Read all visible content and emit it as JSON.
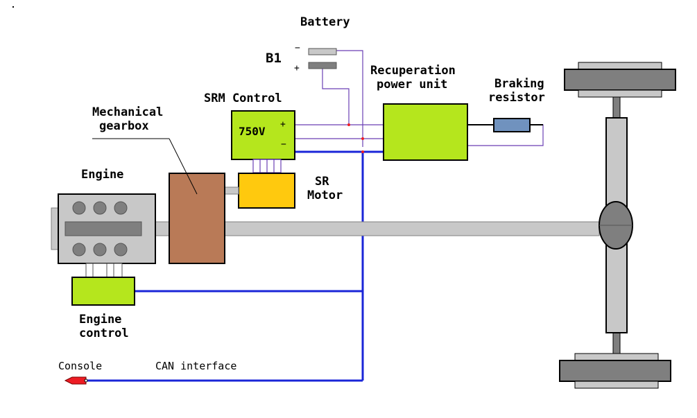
{
  "labels": {
    "battery": "Battery",
    "b1": "B1",
    "minus": "−",
    "plus": "+",
    "recuperation_line1": "Recuperation",
    "recuperation_line2": "power unit",
    "braking_line1": "Braking",
    "braking_line2": "resistor",
    "srm_control": "SRM Control",
    "voltage": "750V",
    "mech_gearbox_line1": "Mechanical",
    "mech_gearbox_line2": "gearbox",
    "engine": "Engine",
    "sr_motor_line1": "SR",
    "sr_motor_line2": "Motor",
    "engine_control_line1": "Engine",
    "engine_control_line2": "control",
    "console": "Console",
    "can_interface": "CAN interface"
  },
  "colors": {
    "module_green": "#b5e61d",
    "motor_yellow": "#ffc90e",
    "gearbox_brown": "#b97a57",
    "resistor_blue": "#7092be",
    "can_bus": "#1a25d8",
    "power_wire": "#6a3fb5",
    "shaft_gray": "#c8c8c8",
    "dark_gray": "#7f7f7f",
    "connector_red": "#ed1c24"
  }
}
